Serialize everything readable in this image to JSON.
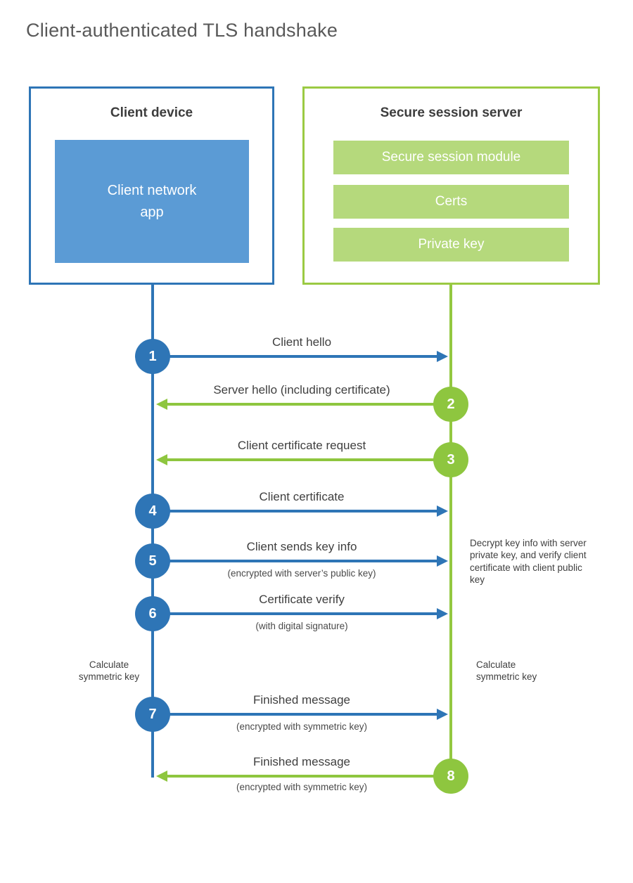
{
  "title": "Client-authenticated TLS handshake",
  "client": {
    "title": "Client device",
    "app_label": "Client network\napp"
  },
  "server": {
    "title": "Secure session server",
    "modules": [
      "Secure session module",
      "Certs",
      "Private key"
    ]
  },
  "messages": [
    {
      "number": "1",
      "label": "Client hello",
      "direction": "client-to-server"
    },
    {
      "number": "2",
      "label": "Server hello (including certificate)",
      "direction": "server-to-client"
    },
    {
      "number": "3",
      "label": "Client certificate request",
      "direction": "server-to-client"
    },
    {
      "number": "4",
      "label": "Client certificate",
      "direction": "client-to-server"
    },
    {
      "number": "5",
      "label": "Client sends key info",
      "sublabel": "(encrypted with server’s public key)",
      "direction": "client-to-server"
    },
    {
      "number": "6",
      "label": "Certificate verify",
      "sublabel": "(with digital signature)",
      "direction": "client-to-server"
    },
    {
      "number": "7",
      "label": "Finished message",
      "sublabel": "(encrypted with symmetric key)",
      "direction": "client-to-server"
    },
    {
      "number": "8",
      "label": "Finished message",
      "sublabel": "(encrypted with symmetric key)",
      "direction": "server-to-client"
    }
  ],
  "annotations": {
    "decrypt_note": "Decrypt key info with server private key, and verify client certificate with client public key",
    "calculate_left": "Calculate\nsymmetric key",
    "calculate_right": "Calculate\nsymmetric key"
  },
  "colors": {
    "blue": "#2e75b6",
    "blue_light": "#5b9bd5",
    "green": "#8ec63f",
    "green_light": "#b5d97c"
  }
}
